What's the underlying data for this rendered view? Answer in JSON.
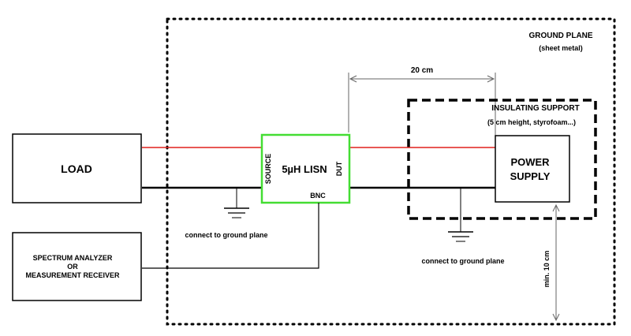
{
  "ground_plane": {
    "title": "GROUND PLANE",
    "subtitle": "(sheet metal)"
  },
  "distance_label": "20 cm",
  "insulating_support": {
    "title": "INSULATING SUPPORT",
    "subtitle": "(5 cm height, styrofoam...)"
  },
  "load": {
    "label": "LOAD"
  },
  "lisn": {
    "label": "5µH LISN",
    "source_label": "SOURCE",
    "dut_label": "DUT",
    "bnc_label": "BNC"
  },
  "power_supply": {
    "line1": "POWER",
    "line2": "SUPPLY"
  },
  "analyzer": {
    "line1": "SPECTRUM ANALYZER",
    "line2": "OR",
    "line3": "MEASUREMENT RECEIVER"
  },
  "ground_note_left": "connect to ground plane",
  "ground_note_right": "connect to ground plane",
  "height_label": "min. 10 cm",
  "colors": {
    "line_red": "#e0201c",
    "lisn_border": "#44dd33",
    "wire": "#000000",
    "dim_gray": "#666666"
  }
}
